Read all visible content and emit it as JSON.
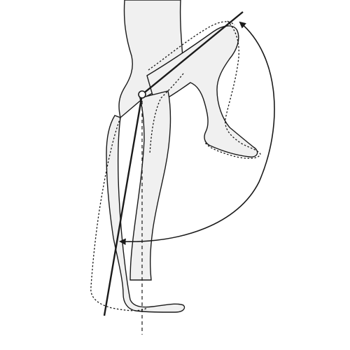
{
  "figure": {
    "background_color": "#ffffff",
    "stroke_color": "#1a1a1a",
    "fill_color": "#f0f0f0",
    "elements": [
      "upper-body-outline",
      "raised-leg-outline",
      "standing-leg-outline",
      "shifted-leg-outline",
      "flexion-line",
      "extension-line",
      "vertical-reference-line",
      "range-of-motion-arc",
      "hip-joint-marker"
    ]
  }
}
